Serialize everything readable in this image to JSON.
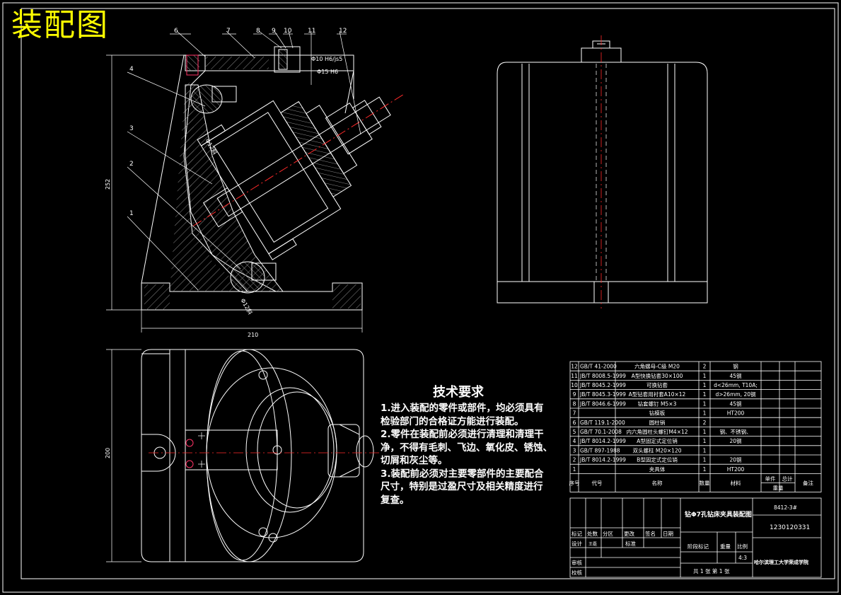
{
  "drawing": {
    "title": "装配图",
    "colors": {
      "line": "#ffffff",
      "accent": "#ffff00",
      "center": "#ff2a2a",
      "hatch": "#8a8a8a",
      "bolt": "#ff3366"
    }
  },
  "balloons": [
    "6",
    "7",
    "8",
    "9",
    "10",
    "11",
    "12",
    "4",
    "3",
    "2",
    "1"
  ],
  "fits": {
    "fit_10": "Φ10 H6/js5",
    "fit_15": "Φ15 H6"
  },
  "dims": {
    "height": "252",
    "width": "210",
    "depth": "200",
    "angle1": "Φ12斜",
    "angle2": "Φ12斜"
  },
  "tech_requirements": {
    "heading": "技术要求",
    "lines": [
      "1.进入装配的零件或部件，均必须具有",
      "检验部门的合格证方能进行装配。",
      "2.零件在装配前必须进行清理和清理干",
      "净，不得有毛刺、飞边、氧化皮、锈蚀、",
      "切屑和灰尘等。",
      "3.装配前必须对主要零部件的主要配合",
      "尺寸，特别是过盈尺寸及相关精度进行",
      "复查。"
    ]
  },
  "bom": {
    "rows": [
      [
        "12",
        "GB/T 41-2000",
        "六角螺母-C级 M20",
        "2",
        "钢",
        "",
        "",
        ""
      ],
      [
        "11",
        "JB/T 8008.5-1999",
        "A型快换钻套30×100",
        "1",
        "45钢",
        "",
        "",
        ""
      ],
      [
        "10",
        "JB/T 8045.2-1999",
        "可换钻套",
        "1",
        "d<26mm, T10A;",
        "",
        "",
        ""
      ],
      [
        "9",
        "JB/T 8045.3-1999",
        "A型钻套用衬套A10×12",
        "1",
        "d>26mm, 20钢",
        "",
        "",
        ""
      ],
      [
        "8",
        "JB/T 8046.6-1999",
        "钻套螺钉 M5×3",
        "1",
        "45钢",
        "",
        "",
        ""
      ],
      [
        "7",
        "",
        "钻模板",
        "1",
        "HT200",
        "",
        "",
        ""
      ],
      [
        "6",
        "GB/T 119.1-2000",
        "圆柱销",
        "2",
        "",
        "",
        "",
        ""
      ],
      [
        "5",
        "GB/T 70.1-2008",
        "内六角圆柱头螺钉M4×12",
        "1",
        "钢、不锈钢、",
        "",
        "",
        ""
      ],
      [
        "4",
        "JB/T 8014.2-1999",
        "A型固定式定位销",
        "1",
        "20钢",
        "",
        "",
        ""
      ],
      [
        "3",
        "GB/T 897-1988",
        "双头螺柱 M20×120",
        "1",
        "",
        "",
        "",
        ""
      ],
      [
        "2",
        "JB/T 8014.2-1999",
        "B型固定式定位销",
        "1",
        "20钢",
        "",
        "",
        ""
      ],
      [
        "1",
        "",
        "夹具体",
        "1",
        "HT200",
        "",
        "",
        ""
      ]
    ],
    "header": [
      "序号",
      "代号",
      "名称",
      "数量",
      "材料",
      "单件",
      "总计",
      "备注"
    ],
    "weight_label": "重量"
  },
  "title_block": {
    "product": "钻Φ7孔钻床夹具装配图",
    "drawing_no": "8412-3#",
    "student_no": "1230120331",
    "labels": [
      "标记",
      "处数",
      "分区",
      "更改",
      "签名",
      "日期"
    ],
    "design": "设计",
    "designer": "王磊",
    "standard": "标准",
    "review": "审核",
    "check": "校核",
    "stage": "阶段标记",
    "weight": "重量",
    "scale": "比例",
    "scale_value": "4:3",
    "sheets": "共 1 张 第 1 张",
    "school": "哈尔滨理工大学荣成学院"
  }
}
